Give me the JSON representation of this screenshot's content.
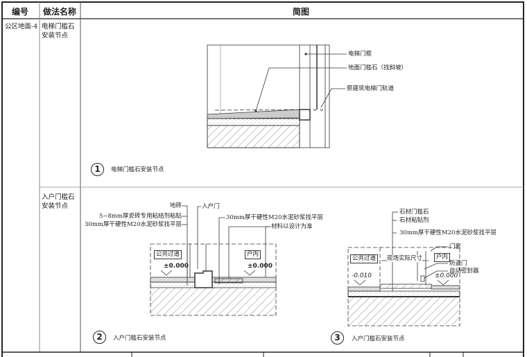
{
  "table": {
    "headers": [
      "编号",
      "做法名称",
      "简图"
    ]
  },
  "rows": [
    {
      "code": "公区地面-4",
      "name": "电梯门槛石安装节点"
    },
    {
      "code": "",
      "name": "入户门槛石安装节点"
    }
  ],
  "detail1": {
    "number": "1",
    "title": "电梯门槛石安装节点",
    "labels": [
      "电梯门框",
      "地面门槛石（找斜坡）",
      "原建筑电梯门轨道"
    ]
  },
  "detail2": {
    "number": "2",
    "title": "入户门槛石安装节点",
    "labels_left": [
      "地砖",
      "5~8mm厚瓷砖专用粘结剂粘贴",
      "30mm厚干硬性M20水泥砂浆找平层"
    ],
    "label_door": "入户门",
    "label_right1": "30mm厚干硬性M20水泥砂浆找平层",
    "label_right2": "材料以设计为准",
    "zone_public": "公共过道",
    "zone_inside": "户内",
    "elev_left": "±0.000",
    "elev_right": "±0.000"
  },
  "detail3": {
    "number": "3",
    "title": "入户门槛石安装节点",
    "labels": [
      "石材门槛石",
      "石材粘贴剂",
      "30mm厚干硬性M20水泥砂浆找平层"
    ],
    "labels_right": [
      "门套",
      "防盗门",
      "自动密封器"
    ],
    "zone_public": "公共过道",
    "zone_site": "现场实际尺寸",
    "zone_inside": "户内",
    "elev_left": "-0.010",
    "elev_right": "±0.000"
  }
}
